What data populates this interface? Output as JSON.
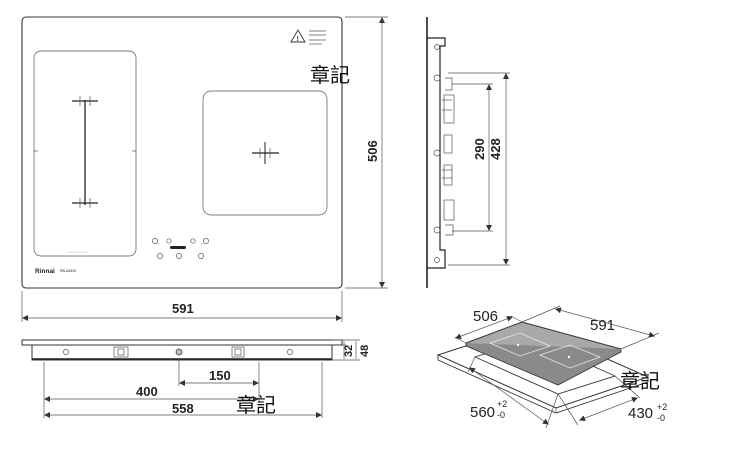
{
  "brand": "Rinnai",
  "model_label": "RB-A2520",
  "watermark": "章記",
  "top_view": {
    "width": "591",
    "depth": "506"
  },
  "side_view": {
    "dim_inner": "290",
    "dim_outer": "428"
  },
  "front_view": {
    "dim_a": "150",
    "dim_b": "400",
    "dim_c": "558",
    "h1": "32",
    "h2": "48"
  },
  "cutout": {
    "top_a": "506",
    "top_b": "591",
    "cut_w": "560",
    "cut_w_tol_plus": "+2",
    "cut_w_tol_minus": "-0",
    "cut_d": "430",
    "cut_d_tol_plus": "+2",
    "cut_d_tol_minus": "-0"
  }
}
